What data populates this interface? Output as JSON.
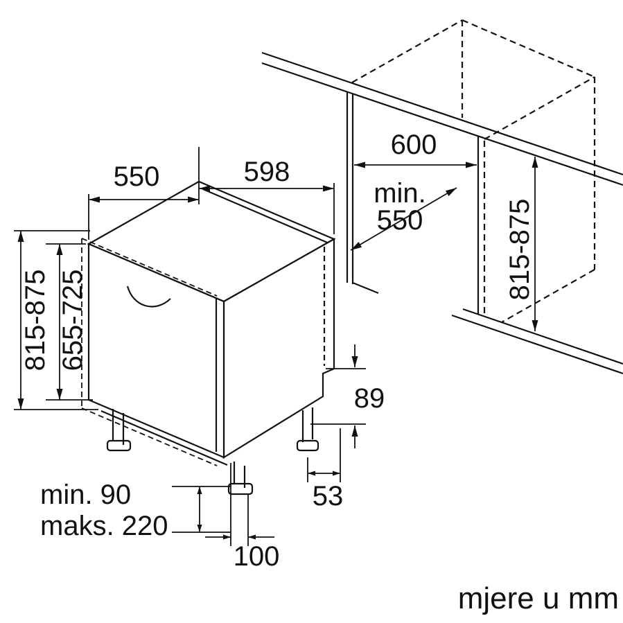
{
  "footer": {
    "units_note": "mjere u mm"
  },
  "dims": {
    "top_depth": "550",
    "top_width": "598",
    "niche_width": "600",
    "niche_depth_label": "min.",
    "niche_depth_value": "550",
    "total_height": "815-875",
    "door_panel_height": "655-725",
    "niche_height": "815-875",
    "rear_step_height": "89",
    "rear_foot_offset": "53",
    "foot_inset": "100",
    "plinth_min": "min. 90",
    "plinth_max": "maks. 220"
  },
  "colors": {
    "line": "#111111",
    "background": "#ffffff"
  }
}
